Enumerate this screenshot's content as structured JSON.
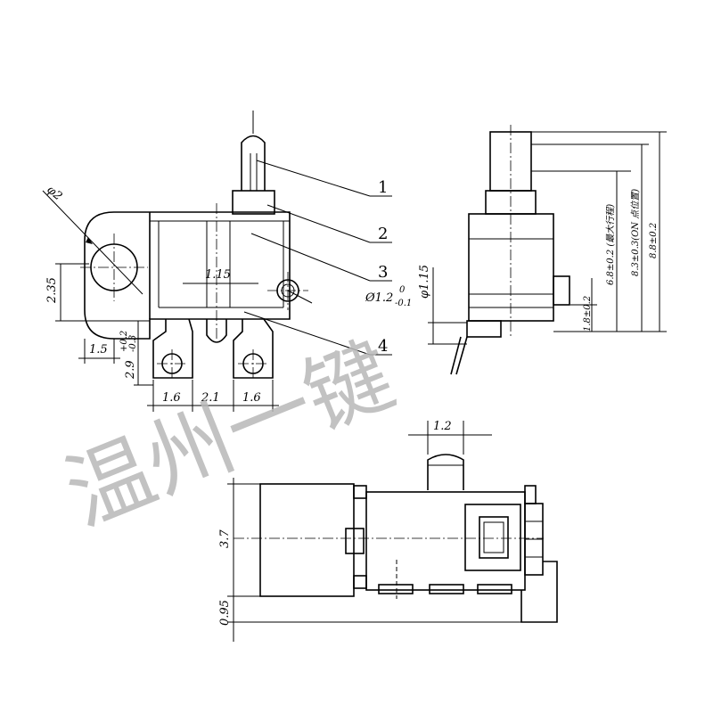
{
  "callouts": [
    "1",
    "2",
    "3",
    "4"
  ],
  "dimensions": {
    "phi2": "φ2",
    "d235": "2.35",
    "d15": "1.5",
    "d29": "2.9",
    "d29_tol_upper": "+0.2",
    "d29_tol_lower": "-0.3",
    "d16a": "1.6",
    "d21": "2.1",
    "d16b": "1.6",
    "d115": "1.15",
    "hole": "Ø1.2",
    "hole_tol_upper": "0",
    "hole_tol_lower": "-0.1",
    "phi115": "φ1.15",
    "d18": "1.8±0.2",
    "d68": "6.8±0.2 (最大行程)",
    "d83": "8.3±0.3(ON 点位置)",
    "d88": "8.8±0.2",
    "d12": "1.2",
    "d37": "3.7",
    "d095": "0.95"
  },
  "watermark": "温州一键"
}
